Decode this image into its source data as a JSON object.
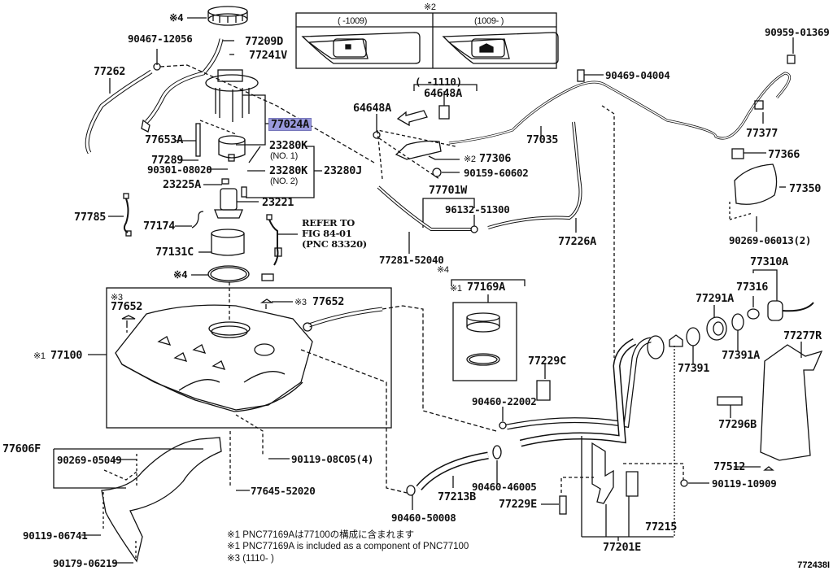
{
  "diagram": {
    "title": "Fuel tank & tube parts diagram",
    "illustration_number": "772438I",
    "highlighted_part": "77024A",
    "highlight_color": "#9999dd",
    "inset_box": {
      "mark": "※2",
      "col_left": "(     -1009)",
      "col_right": "(1009-     )"
    },
    "bracket_64648A": {
      "range": "(     -1110)",
      "part": "64648A"
    },
    "refer_note": [
      "REFER TO",
      "FIG 84-01",
      "(PNC 83320)"
    ],
    "labels": {
      "l_ring_top": "※4",
      "l_90467": "90467-12056",
      "l_77209D": "77209D",
      "l_77241V": "77241V",
      "l_77262": "77262",
      "l_77024A": "77024A",
      "l_77653A": "77653A",
      "l_77289": "77289",
      "l_90301": "90301-08020",
      "l_23225A": "23225A",
      "l_23280K1": "23280K",
      "l_no1": "(NO. 1)",
      "l_23280K2": "23280K",
      "l_no2": "(NO. 2)",
      "l_23280J": "23280J",
      "l_23221": "23221",
      "l_77785": "77785",
      "l_77174": "77174",
      "l_77131C": "77131C",
      "l_gasket": "※4",
      "l_77652a_mark": "※3",
      "l_77652a": "77652",
      "l_77652b_mark": "※3",
      "l_77652b": "77652",
      "l_77100_mark": "※1",
      "l_77100": "77100",
      "l_64648A": "64648A",
      "l_77306_mark": "※2",
      "l_77306": "77306",
      "l_90159": "90159-60602",
      "l_77035": "77035",
      "l_90469": "90469-04004",
      "l_90959": "90959-01369",
      "l_77377": "77377",
      "l_77366": "77366",
      "l_77350": "77350",
      "l_90269b": "90269-06013(2)",
      "l_77701W": "77701W",
      "l_96132": "96132-51300",
      "l_77226A": "77226A",
      "l_77281": "77281-52040",
      "l_kit_mark": "※4",
      "l_77169A_mark": "※1",
      "l_77169A": "77169A",
      "l_77229C": "77229C",
      "l_90460a": "90460-22002",
      "l_77310A": "77310A",
      "l_77316": "77316",
      "l_77291A": "77291A",
      "l_77391": "77391",
      "l_77391A": "77391A",
      "l_77277R": "77277R",
      "l_77296B": "77296B",
      "l_77512": "77512",
      "l_90119c": "90119-10909",
      "l_77606F": "77606F",
      "l_90269a": "90269-05049",
      "l_90119a": "90119-08C05(4)",
      "l_77645": "77645-52020",
      "l_90119b": "90119-06741",
      "l_90179": "90179-06219",
      "l_90460c": "90460-50008",
      "l_77213B": "77213B",
      "l_90460b": "90460-46005",
      "l_77229E": "77229E",
      "l_77215": "77215",
      "l_77201E": "77201E"
    },
    "footnotes": [
      "※1  PNC77169Aは77100の構成に含まれます",
      "※1  PNC77169A is included as a component of PNC77100",
      "※3  (1110-     )"
    ]
  }
}
